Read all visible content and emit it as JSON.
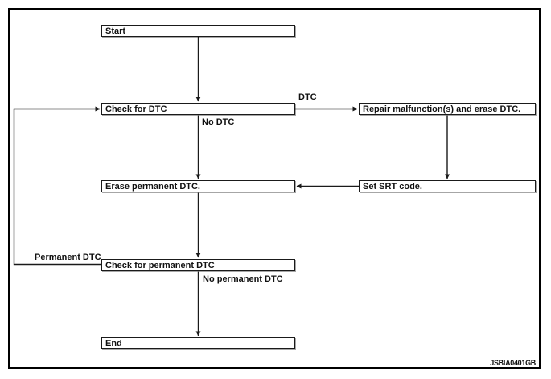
{
  "figure": {
    "code": "JSBIA0401GB",
    "type": "flowchart",
    "background_color": "#ffffff",
    "line_color": "#1a1a1a"
  },
  "flowchart": {
    "nodes": {
      "start": {
        "label": "Start"
      },
      "check_dtc": {
        "label": "Check for DTC"
      },
      "repair": {
        "label": "Repair malfunction(s) and erase DTC."
      },
      "erase_permanent": {
        "label": "Erase permanent DTC."
      },
      "set_srt": {
        "label": "Set SRT code."
      },
      "check_permanent": {
        "label": "Check for permanent DTC"
      },
      "end": {
        "label": "End"
      }
    },
    "edge_labels": {
      "dtc": "DTC",
      "no_dtc": "No DTC",
      "permanent_dtc": "Permanent DTC",
      "no_permanent_dtc": "No permanent DTC"
    },
    "edges": [
      {
        "from": "start",
        "to": "check_dtc",
        "label": ""
      },
      {
        "from": "check_dtc",
        "to": "repair",
        "label": "DTC"
      },
      {
        "from": "check_dtc",
        "to": "erase_permanent",
        "label": "No DTC"
      },
      {
        "from": "repair",
        "to": "set_srt",
        "label": ""
      },
      {
        "from": "set_srt",
        "to": "erase_permanent",
        "label": ""
      },
      {
        "from": "erase_permanent",
        "to": "check_permanent",
        "label": ""
      },
      {
        "from": "check_permanent",
        "to": "check_dtc",
        "label": "Permanent DTC"
      },
      {
        "from": "check_permanent",
        "to": "end",
        "label": "No permanent DTC"
      }
    ]
  }
}
